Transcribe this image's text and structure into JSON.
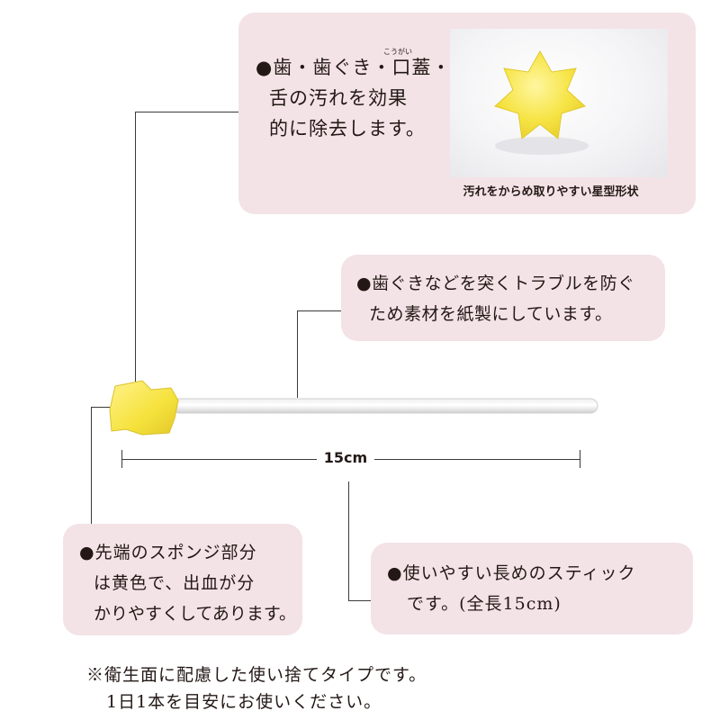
{
  "callouts": {
    "top": {
      "line1a": "●歯・歯ぐき・",
      "line1b": "口蓋",
      "line1c": "・",
      "ruby": "こうがい",
      "line2": "舌の汚れを効果",
      "line3": "的に除去します。"
    },
    "photo_caption": "汚れをからめ取りやすい星型形状",
    "middle": {
      "line1": "●歯ぐきなどを突くトラブルを防ぐ",
      "line2": "ため素材を紙製にしています。"
    },
    "bottom_left": {
      "line1": "●先端のスポンジ部分",
      "line2": "は黄色で、出血が分",
      "line3": "かりやすくしてあります。"
    },
    "bottom_right": {
      "line1": "●使いやすい長めのスティック",
      "line2": "です。(全長15cm)"
    }
  },
  "dimension_label": "15cm",
  "footer": {
    "line1": "※衛生面に配慮した使い捨てタイプです。",
    "line2": "1日1本を目安にお使いください。"
  },
  "colors": {
    "box": "#f3e3e6",
    "sponge": "#f5e23c",
    "stick": "#ffffff"
  }
}
